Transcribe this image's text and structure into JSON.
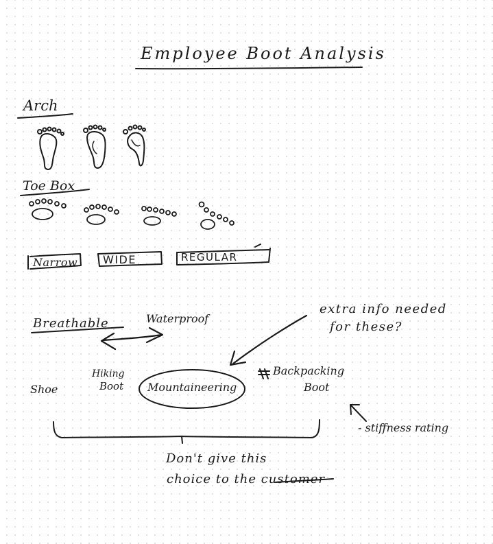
{
  "title": "Employee Boot Analysis",
  "arch": {
    "label": "Arch",
    "sketches": [
      "flat-arch-footprint-icon",
      "medium-arch-footprint-icon",
      "high-arch-footprint-icon"
    ]
  },
  "toe_box": {
    "label": "Toe Box",
    "sketches": [
      "toe-box-sketch-1-icon",
      "toe-box-sketch-2-icon",
      "toe-box-sketch-3-icon",
      "toe-box-sketch-4-icon"
    ],
    "sizes": [
      "Narrow",
      "WIDE",
      "REGULAR"
    ]
  },
  "properties": {
    "breathable": "Breathable",
    "waterproof": "Waterproof"
  },
  "spectrum": {
    "shoe": "Shoe",
    "hiking_boot_line1": "Hiking",
    "hiking_boot_line2": "Boot",
    "mountaineering": "Mountaineering",
    "backpacking_boot_line1": "Backpacking",
    "backpacking_boot_line2": "Boot"
  },
  "notes": {
    "extra_info_line1": "extra info needed",
    "extra_info_line2": "for these?",
    "stiffness": "- stiffness rating",
    "customer_line1": "Don't give this",
    "customer_line2": "choice to the customer"
  },
  "colors": {
    "ink": "#1a1a1a",
    "paper": "#ffffff",
    "dot_grid": "#d6d6d6"
  }
}
